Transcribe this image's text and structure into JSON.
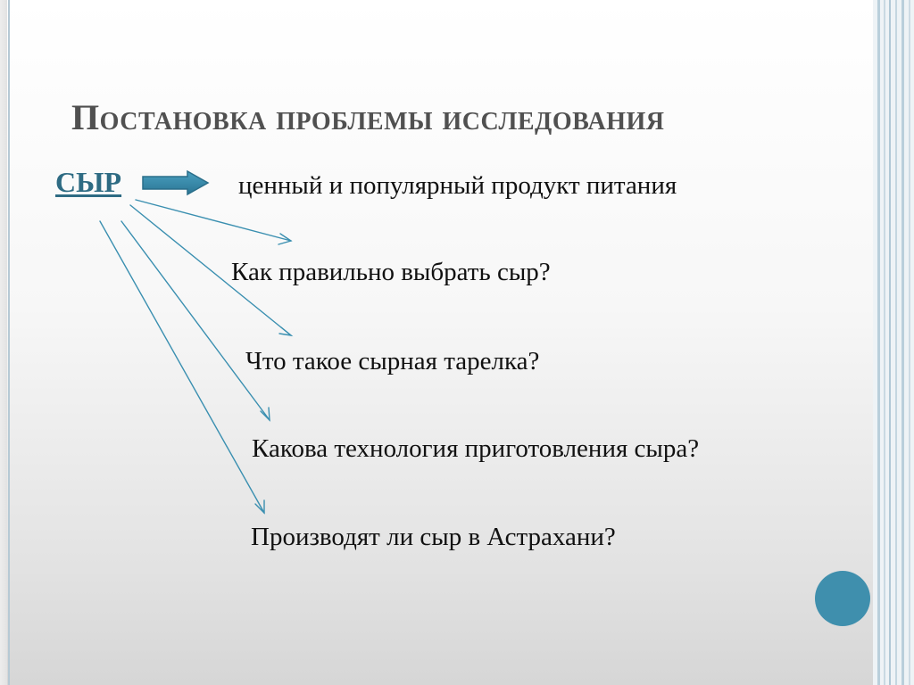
{
  "slide": {
    "title": "Постановка проблемы исследования",
    "subject": "СЫР",
    "statement": "ценный и популярный продукт питания",
    "questions": [
      "Как правильно выбрать сыр?",
      "Что такое сырная тарелка?",
      "Какова технология приготовления сыра?",
      "Производят ли сыр в Астрахани?"
    ]
  },
  "colors": {
    "accent": "#3f8fad",
    "subject_text": "#2e6b83",
    "title_text": "#505050",
    "arrow_stroke": "#3a8fb0",
    "block_arrow_fill": "#2f7f9e"
  }
}
